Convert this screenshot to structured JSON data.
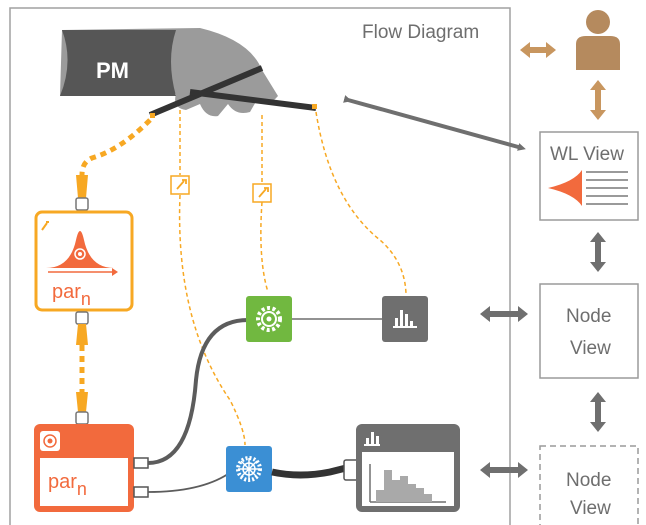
{
  "frame": {
    "title": "Flow Diagram"
  },
  "pm": {
    "label": "PM"
  },
  "views": {
    "wl": {
      "label": "WL View"
    },
    "node1": {
      "line1": "Node",
      "line2": "View"
    },
    "node2": {
      "line1": "Node",
      "line2": "View"
    }
  },
  "par_module": {
    "base": "par",
    "sub": "n"
  },
  "par_node": {
    "base": "par",
    "sub": "n"
  },
  "colors": {
    "orange": "#f7a823",
    "red_orange": "#f26a3d",
    "green": "#71b840",
    "blue": "#3b8fd4",
    "gray": "#6f6f6f",
    "user": "#b58a5e",
    "frame": "#9a9a9a"
  }
}
